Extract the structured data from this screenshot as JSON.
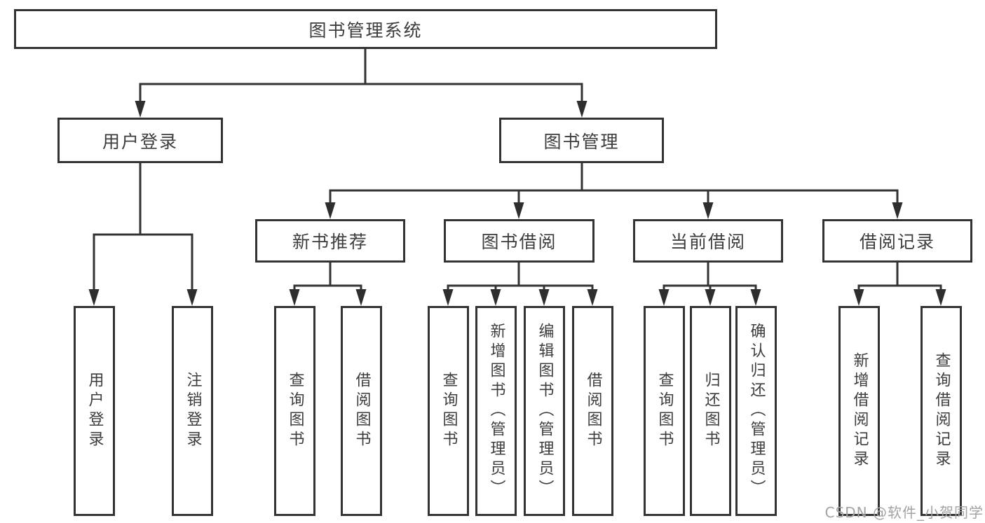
{
  "title": "图书管理系统",
  "level2": {
    "user_login": "用户登录",
    "book_mgmt": "图书管理"
  },
  "level3": {
    "new_books": "新书推荐",
    "borrowing": "图书借阅",
    "current": "当前借阅",
    "records": "借阅记录"
  },
  "leaves": {
    "user_login": [
      "用户登录",
      "注销登录"
    ],
    "new_books": [
      "查询图书",
      "借阅图书"
    ],
    "borrowing": [
      "查询图书",
      "新增图书（管理员）",
      "编辑图书（管理员）",
      "借阅图书"
    ],
    "current": [
      "查询图书",
      "归还图书",
      "确认归还（管理员）"
    ],
    "records": [
      "新增借阅记录",
      "查询借阅记录"
    ]
  },
  "watermark": "CSDN @软件_小贺同学",
  "colors": {
    "line": "#333333",
    "text": "#3d3d3d",
    "watermark": "#a3a3a3"
  }
}
